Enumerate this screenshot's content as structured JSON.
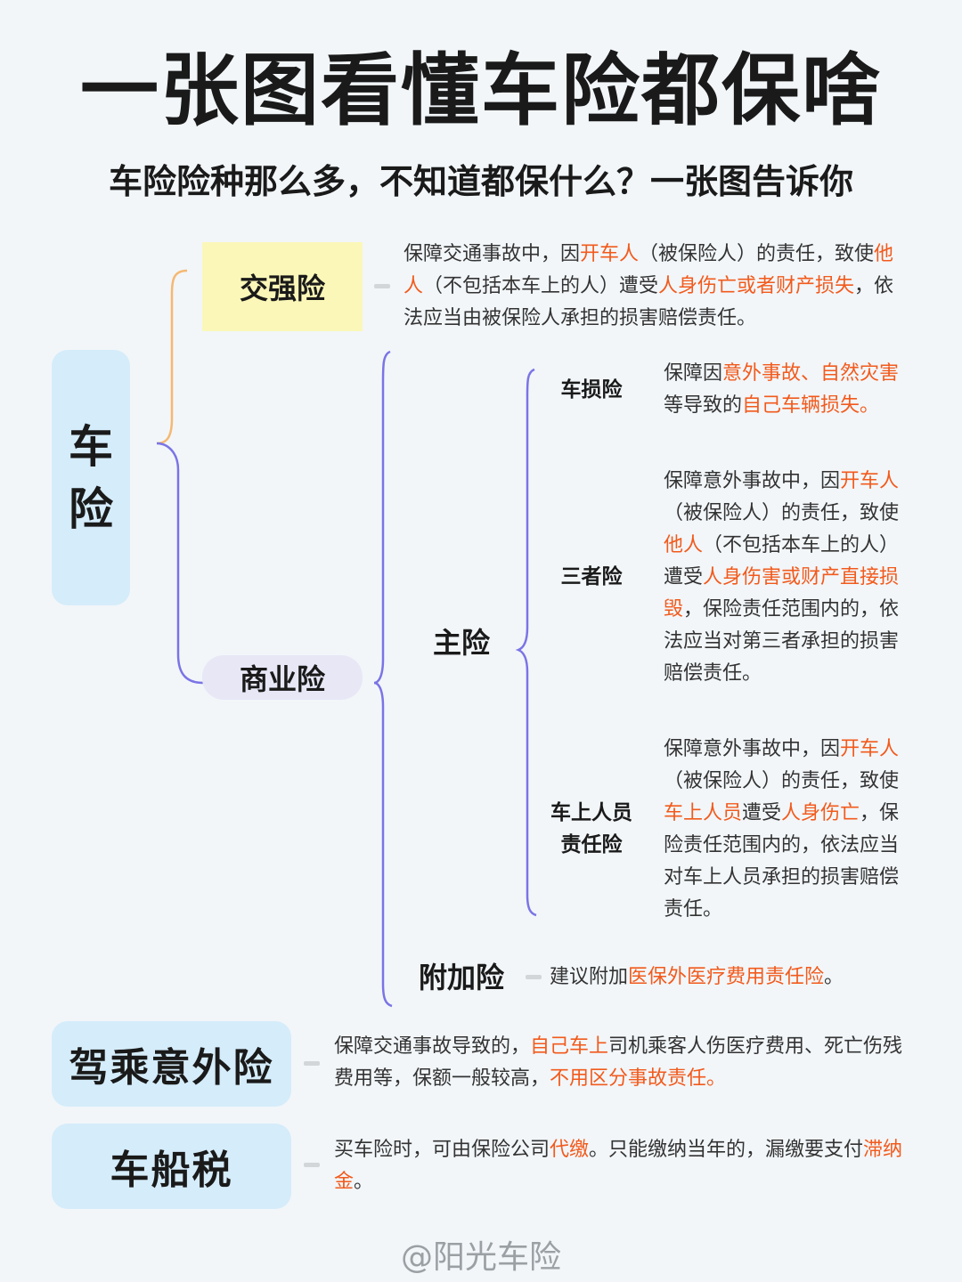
{
  "title": "一张图看懂车险都保啥",
  "subtitle": "车险险种那么多，不知道都保什么？一张图告诉你",
  "root": {
    "line1": "车",
    "line2": "险"
  },
  "jiaoqiang": {
    "label": "交强险",
    "desc": [
      {
        "t": "保障交通事故中，因",
        "h": false
      },
      {
        "t": "开车人",
        "h": true
      },
      {
        "t": "（被保险人）的责任，致使",
        "h": false
      },
      {
        "t": "他人",
        "h": true
      },
      {
        "t": "（不包括本车上的人）遭受",
        "h": false
      },
      {
        "t": "人身伤亡或者财产损失",
        "h": true
      },
      {
        "t": "，依法应当由被保险人承担的损害赔偿责任。",
        "h": false
      }
    ]
  },
  "shangye": {
    "label": "商业险",
    "zhuxian": {
      "label": "主险",
      "items": [
        {
          "label": "车损险",
          "desc": [
            {
              "t": "保障因",
              "h": false
            },
            {
              "t": "意外事故、自然灾害",
              "h": true
            },
            {
              "t": "等导致的",
              "h": false
            },
            {
              "t": "自己车辆损失。",
              "h": true
            }
          ]
        },
        {
          "label": "三者险",
          "desc": [
            {
              "t": "保障意外事故中，因",
              "h": false
            },
            {
              "t": "开车人",
              "h": true
            },
            {
              "t": "（被保险人）的责任，致使",
              "h": false
            },
            {
              "t": "他人",
              "h": true
            },
            {
              "t": "（不包括本车上的人）遭受",
              "h": false
            },
            {
              "t": "人身伤害或财产直接损毁",
              "h": true
            },
            {
              "t": "，保险责任范围内的，依法应当对第三者承担的损害赔偿责任。",
              "h": false
            }
          ]
        },
        {
          "label1": "车上人员",
          "label2": "责任险",
          "desc": [
            {
              "t": "保障意外事故中，因",
              "h": false
            },
            {
              "t": "开车人",
              "h": true
            },
            {
              "t": "（被保险人）的责任，致使",
              "h": false
            },
            {
              "t": "车上人员",
              "h": true
            },
            {
              "t": "遭受",
              "h": false
            },
            {
              "t": "人身伤亡",
              "h": true
            },
            {
              "t": "，保险责任范围内的，依法应当对车上人员承担的损害赔偿责任。",
              "h": false
            }
          ]
        }
      ]
    },
    "fujia": {
      "label": "附加险",
      "desc": [
        {
          "t": "建议附加",
          "h": false
        },
        {
          "t": "医保外医疗费用责任险",
          "h": true
        },
        {
          "t": "。",
          "h": false
        }
      ]
    }
  },
  "jiacheng": {
    "label": "驾乘意外险",
    "desc": [
      {
        "t": "保障交通事故导致的，",
        "h": false
      },
      {
        "t": "自己车上",
        "h": true
      },
      {
        "t": "司机乘客人伤医疗费用、死亡伤残费用等，保额一般较高，",
        "h": false
      },
      {
        "t": "不用区分事故责任。",
        "h": true
      }
    ]
  },
  "chechuan": {
    "label": "车船税",
    "desc": [
      {
        "t": "买车险时，可由保险公司",
        "h": false
      },
      {
        "t": "代缴",
        "h": true
      },
      {
        "t": "。只能缴纳当年的，漏缴要支付",
        "h": false
      },
      {
        "t": "滞纳金",
        "h": true
      },
      {
        "t": "。",
        "h": false
      }
    ]
  },
  "footer": "@阳光车险",
  "colors": {
    "highlight": "#f25a1c",
    "bracket_orange": "#f5b872",
    "bracket_purple": "#7b74e6",
    "box_blue": "#d5ecfa",
    "box_yellow": "#fbf7b8",
    "box_lavender": "#e7e7f6"
  }
}
